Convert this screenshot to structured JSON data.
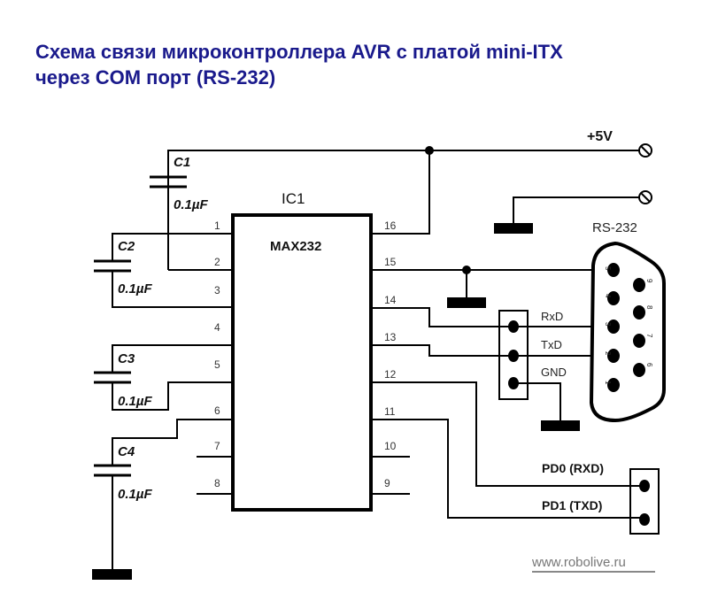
{
  "title": {
    "line1": "Схема связи микроконтроллера AVR с платой mini-ITX",
    "line2": "через COM порт (RS-232)",
    "color": "#1a1a8c"
  },
  "ic": {
    "ref": "IC1",
    "part": "MAX232",
    "left_pins": [
      "1",
      "2",
      "3",
      "4",
      "5",
      "6",
      "7",
      "8"
    ],
    "right_pins": [
      "16",
      "15",
      "14",
      "13",
      "12",
      "11",
      "10",
      "9"
    ]
  },
  "capacitors": [
    {
      "ref": "C1",
      "value": "0.1µF"
    },
    {
      "ref": "C2",
      "value": "0.1µF"
    },
    {
      "ref": "C3",
      "value": "0.1µF"
    },
    {
      "ref": "C4",
      "value": "0.1µF"
    }
  ],
  "power": {
    "label": "+5V"
  },
  "connector": {
    "label": "RS-232",
    "pins": [
      "1",
      "2",
      "3",
      "4",
      "5",
      "6",
      "7",
      "8",
      "9"
    ]
  },
  "header3": {
    "signals": [
      "RxD",
      "TxD",
      "GND"
    ]
  },
  "header2": {
    "signals": [
      "PD0 (RXD)",
      "PD1 (TXD)"
    ]
  },
  "footer": {
    "url": "www.robolive.ru"
  }
}
